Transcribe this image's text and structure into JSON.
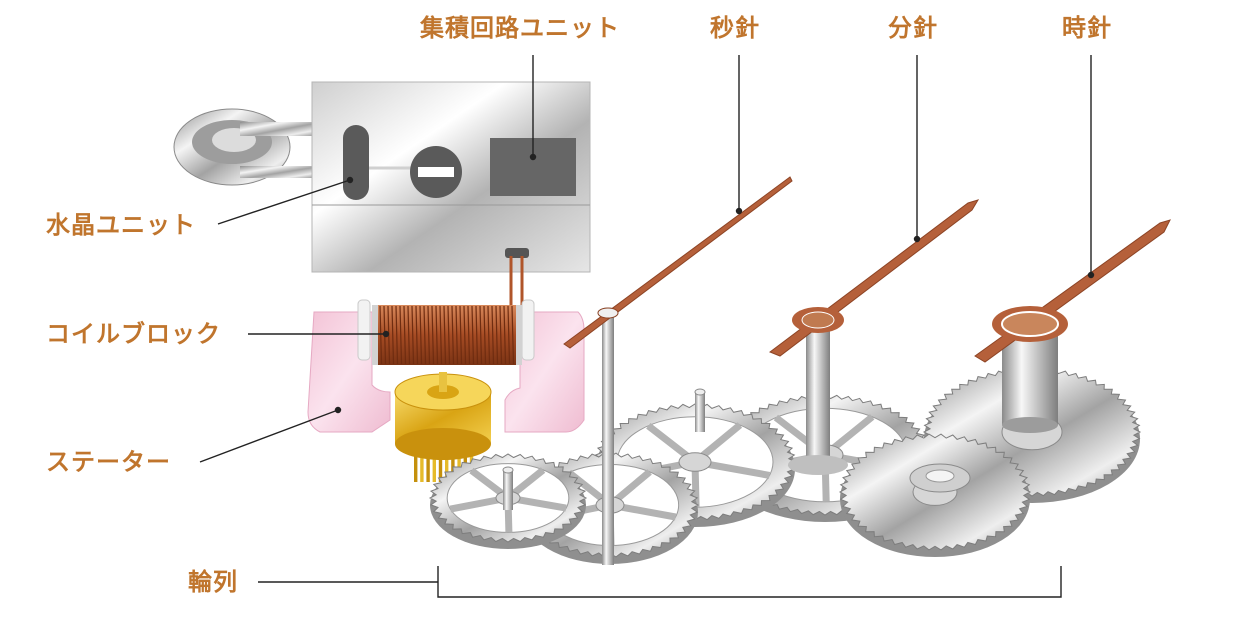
{
  "labels": {
    "ic_unit": "集積回路ユニット",
    "second_hand": "秒針",
    "minute_hand": "分針",
    "hour_hand": "時針",
    "crystal_unit": "水晶ユニット",
    "coil_block": "コイルブロック",
    "stator": "ステーター",
    "gear_train": "輪列"
  },
  "colors": {
    "label_text": "#c0752d",
    "leader_line": "#222222",
    "hand_fill": "#b5603a",
    "coil_copper": "#b0552a",
    "stator_pink": "#f6cfe0",
    "rotor_gold": "#e7b521",
    "metal_silver": "#c9c9c9",
    "ic_chip": "#666666"
  }
}
